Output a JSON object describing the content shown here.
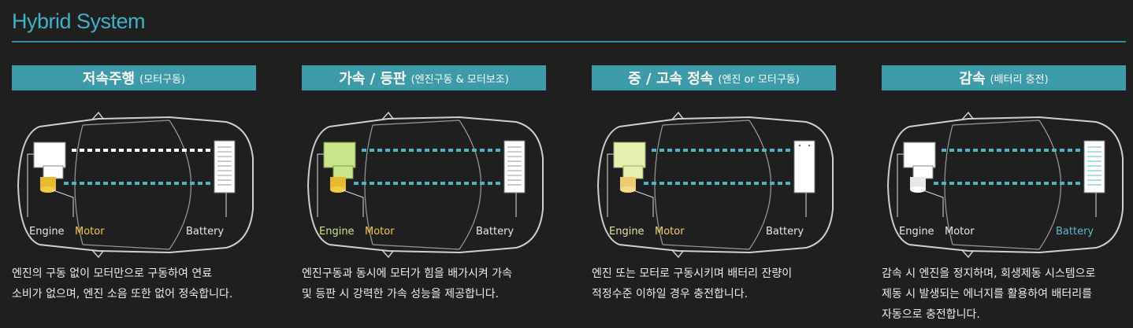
{
  "title": "Hybrid System",
  "panels": [
    {
      "header_main": "저속주행",
      "header_sub": "(모터구동)",
      "labels": {
        "engine": "Engine",
        "motor": "Motor",
        "battery": "Battery"
      },
      "desc": [
        "엔진의 구동 없이 모터만으로 구동하여 연료",
        "소비가 없으며, 엔진 소음 또한 없어 정숙합니다."
      ]
    },
    {
      "header_main": "가속 / 등판",
      "header_sub": "(엔진구동 & 모터보조)",
      "labels": {
        "engine": "Engine",
        "motor": "Motor",
        "battery": "Battery"
      },
      "desc": [
        "엔진구동과 동시에 모터가 힘을 배가시켜 가속",
        "및 등판 시 강력한 가속 성능을 제공합니다."
      ]
    },
    {
      "header_main": "중 / 고속 정속",
      "header_sub": "(엔진 or 모터구동)",
      "labels": {
        "engine": "Engine",
        "motor": "Motor",
        "battery": "Battery"
      },
      "desc": [
        "엔진 또는 모터로 구동시키며 배터리 잔량이",
        "적정수준 이하일 경우 충전합니다."
      ]
    },
    {
      "header_main": "감속",
      "header_sub": "(배터리 충전)",
      "labels": {
        "engine": "Engine",
        "motor": "Motor",
        "battery": "Battery"
      },
      "desc": [
        "감속 시 엔진을 정지하며, 회생제동 시스템으로",
        "제동 시 발생되는 에너지를 활용하여 배터리를",
        "자동으로 충전합니다."
      ]
    }
  ],
  "colors": {
    "accent": "#3fb2c6",
    "header_bg": "#3d9aa8",
    "engine_active": "#c8e68a",
    "motor_active": "#f2cc44",
    "battery_active": "#5bbccd",
    "flow_arrow": "#4fb3c3"
  }
}
